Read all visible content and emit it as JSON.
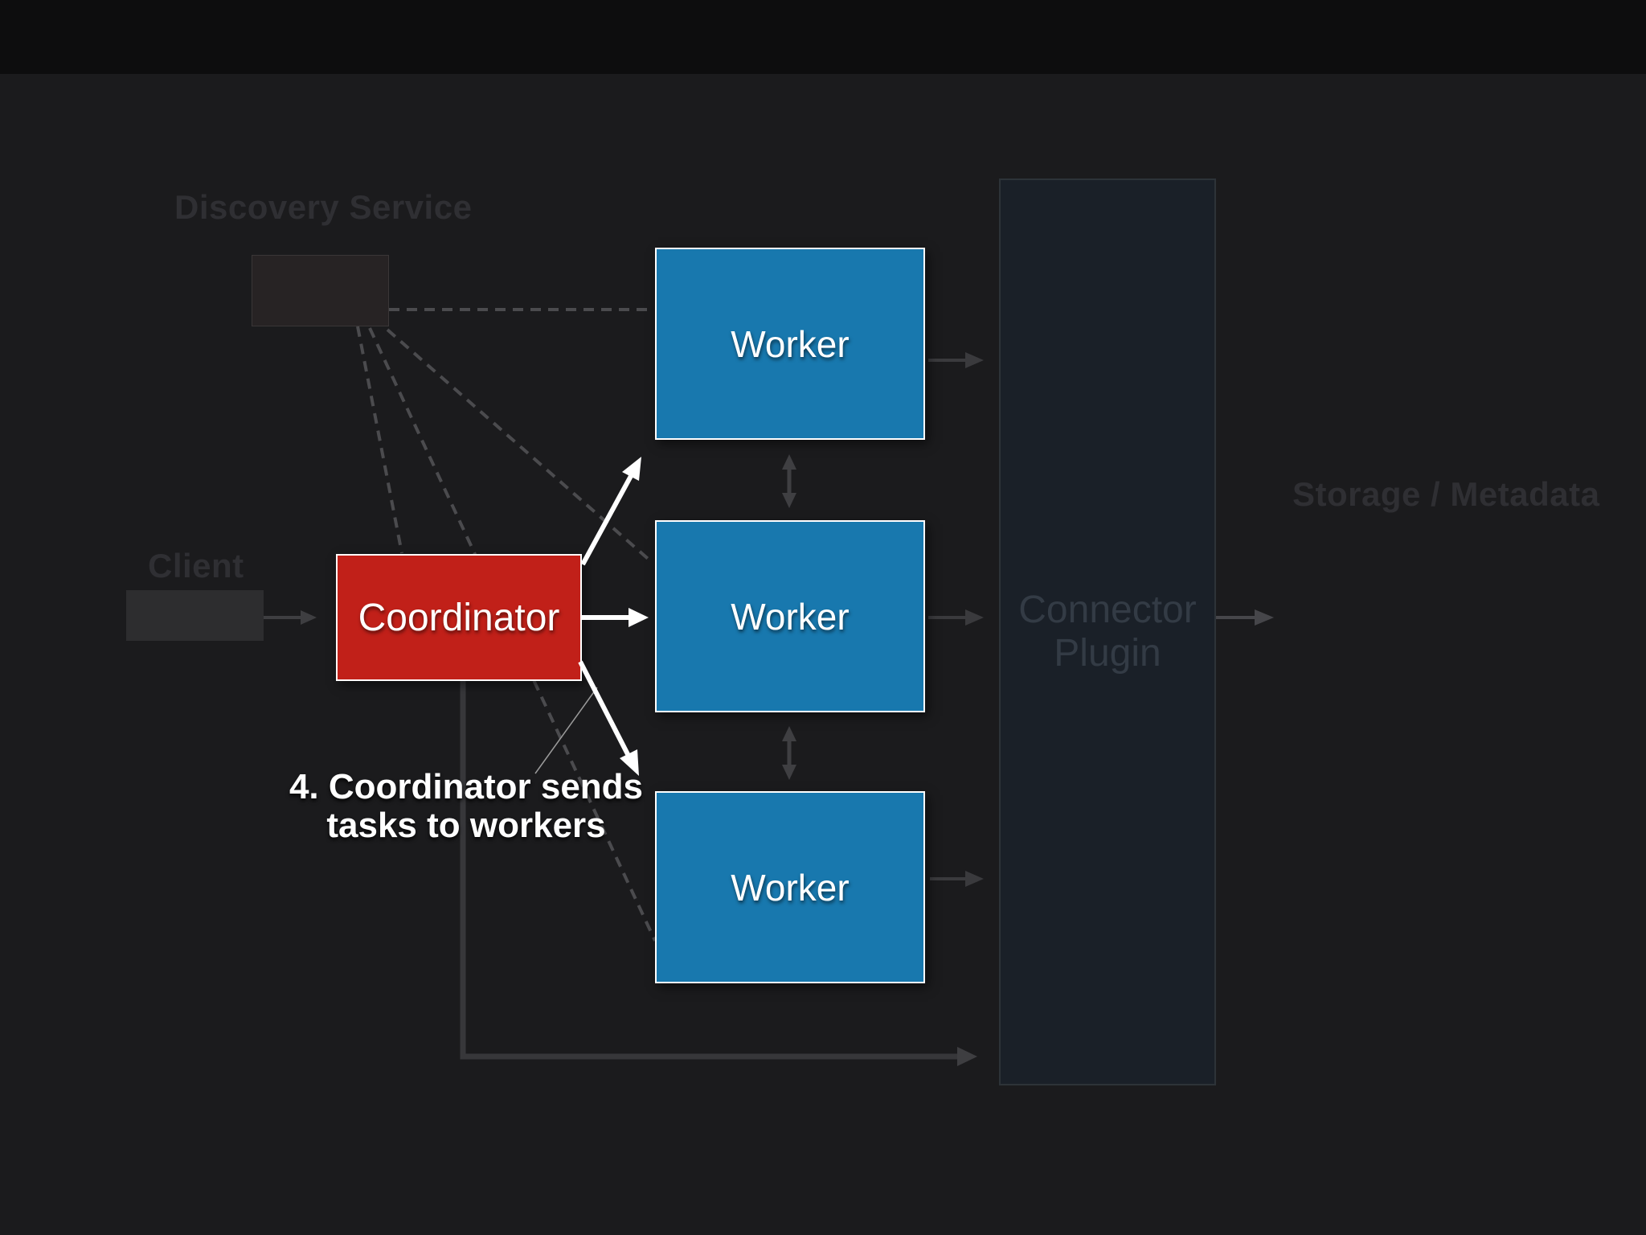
{
  "diagram": {
    "section_labels": {
      "discovery_service": "Discovery Service",
      "client": "Client",
      "storage_metadata": "Storage / Metadata"
    },
    "nodes": {
      "coordinator": {
        "label": "Coordinator",
        "fill": "#c12019"
      },
      "workers": [
        {
          "label": "Worker"
        },
        {
          "label": "Worker"
        },
        {
          "label": "Worker"
        }
      ],
      "worker_fill": "#1878ae",
      "connector_plugin": {
        "label": "Connector Plugin",
        "fill": "#1a2028"
      }
    },
    "annotation": {
      "step_text": "4. Coordinator sends\ntasks to workers"
    },
    "colors": {
      "background": "#1b1b1d",
      "top_bar": "#0d0d0e",
      "dim_label_text": "#2f2f33",
      "dashed_link": "#4b4b4e",
      "gray_arrow": "#3e3e41",
      "highlight_arrow": "#ffffff",
      "connector_text": "#333b45",
      "worker_border": "#ffffff",
      "coordinator_border": "#ffffff"
    }
  }
}
